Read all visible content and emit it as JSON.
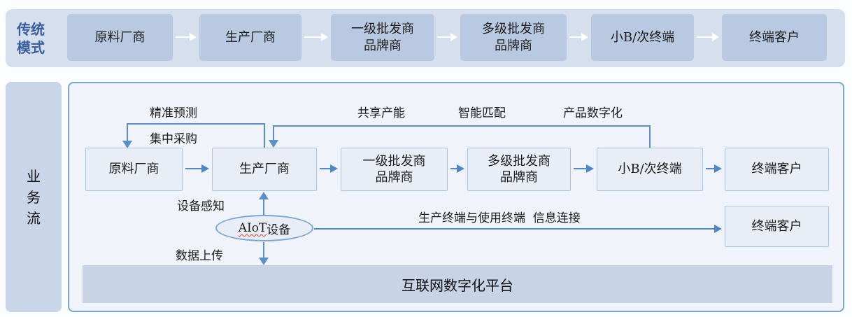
{
  "traditional": {
    "label": "传统\n模式",
    "boxes": [
      "原料厂商",
      "生产厂商",
      "一级批发商\n品牌商",
      "多级批发商\n品牌商",
      "小B/次终端",
      "终端客户"
    ]
  },
  "business": {
    "label": "业\n务\n流",
    "boxes": [
      "原料厂商",
      "生产厂商",
      "一级批发商\n品牌商",
      "多级批发商\n品牌商",
      "小B/次终端",
      "终端客户"
    ],
    "annotations": {
      "forecast": "精准预测",
      "purchase": "集中采购",
      "capacity": "共享产能",
      "match": "智能匹配",
      "digitize": "产品数字化",
      "sense": "设备感知",
      "upload": "数据上传",
      "connect": "生产终端与使用终端  信息连接"
    },
    "aiot": {
      "en": "AIoT",
      "cn": "设备"
    },
    "extra_client": "终端客户",
    "platform": "互联网数字化平台"
  },
  "colors": {
    "accent_arrow": "#4f86c6",
    "bracket_line": "#5b8fc9",
    "top_strip_bg": "#d6dfee",
    "top_box_bg": "#b9c9e1",
    "side_strip_bg": "#c9d6e9",
    "panel_bg": "#f0f3f9",
    "panel_border": "#7aa5d6",
    "node_bg": "#e9eef6",
    "node_border": "#a9c5e5",
    "platform_bg": "#c9d3e6",
    "traditional_label_text": "#3a5f9e",
    "squiggle_red": "#e03a2f"
  }
}
